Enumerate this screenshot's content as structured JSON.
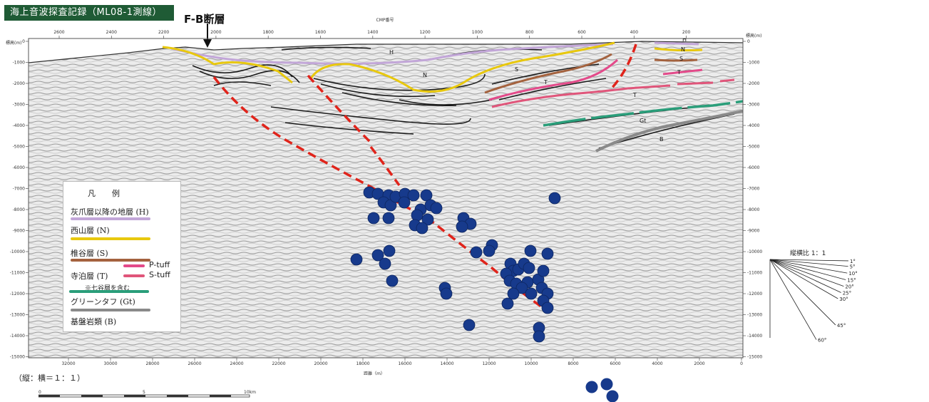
{
  "title": "海上音波探査記録（ML08-1測線）",
  "fault_label": "F-B断層",
  "cmp_axis_label": "CMP番号",
  "cmp_ticks": [
    "2600",
    "2400",
    "2200",
    "2000",
    "1800",
    "1600",
    "1400",
    "1200",
    "1000",
    "800",
    "600",
    "400",
    "200"
  ],
  "depth_axis_label_left": "標高(m)",
  "depth_axis_label_right": "標高(m)",
  "depth_ticks": [
    "0",
    "-1000",
    "-2000",
    "-3000",
    "-4000",
    "-5000",
    "-6000",
    "-7000",
    "-8000",
    "-9000",
    "-10000",
    "-11000",
    "-12000",
    "-13000",
    "-14000",
    "-15000"
  ],
  "distance_axis_label": "距離（m）",
  "distance_ticks": [
    "32000",
    "30000",
    "28000",
    "26000",
    "24000",
    "22000",
    "20000",
    "18000",
    "16000",
    "14000",
    "12000",
    "10000",
    "8000",
    "6000",
    "4000",
    "2000",
    "0"
  ],
  "layer_labels": [
    "H",
    "N",
    "S",
    "T",
    "T",
    "Gt",
    "B",
    "H",
    "N",
    "S",
    "T"
  ],
  "legend": {
    "title": "凡　例",
    "items": [
      {
        "label": "灰爪層以降の地層 (H)",
        "color": "#c2a6d8"
      },
      {
        "label": "西山層 (N)",
        "color": "#e8c80e"
      },
      {
        "label": "椎谷層 (S)",
        "color": "#a4623e"
      },
      {
        "label": "寺泊層 (T)",
        "color": "#e0557a"
      },
      {
        "label": "グリーンタフ (Gt)",
        "color": "#2a9e7a"
      },
      {
        "label": "基盤岩類 (B)",
        "color": "#8a8a8a"
      }
    ],
    "p_tuff": "P-tuff",
    "s_tuff": "S-tuff",
    "p_tuff_color": "#e34a8a",
    "s_tuff_color": "#e0557a",
    "note": "※七谷層を含む"
  },
  "ratio_label": "（縦：横＝１：１）",
  "scale_ticks": [
    "0",
    "5",
    "10km"
  ],
  "aspect_title": "縦横比  1：1",
  "aspect_angles": [
    "1°",
    "5°",
    "10°",
    "15°",
    "20°",
    "25°",
    "30°",
    "45°",
    "60°"
  ],
  "colors": {
    "fault": "#e0241b",
    "hypocenter": "#173a8c",
    "title_bg": "#1f5b35"
  }
}
